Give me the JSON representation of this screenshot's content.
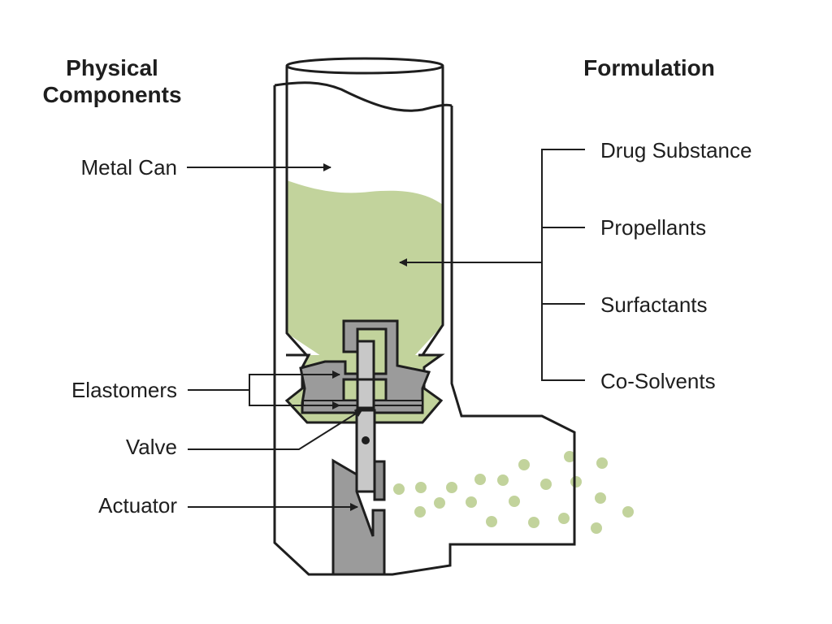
{
  "headers": {
    "physical": [
      "Physical",
      "Components"
    ],
    "formulation": "Formulation"
  },
  "physical_components": [
    {
      "label": "Metal Can"
    },
    {
      "label": "Elastomers"
    },
    {
      "label": "Valve"
    },
    {
      "label": "Actuator"
    }
  ],
  "formulation_components": [
    {
      "label": "Drug Substance"
    },
    {
      "label": "Propellants"
    },
    {
      "label": "Surfactants"
    },
    {
      "label": "Co-Solvents"
    }
  ],
  "colors": {
    "formulation_fill": "#c2d39c",
    "valve_body": "#9b9b9b",
    "stem": "#c8c8c8",
    "outline": "#1e1e1e",
    "spray_droplet": "#c2d39c"
  }
}
